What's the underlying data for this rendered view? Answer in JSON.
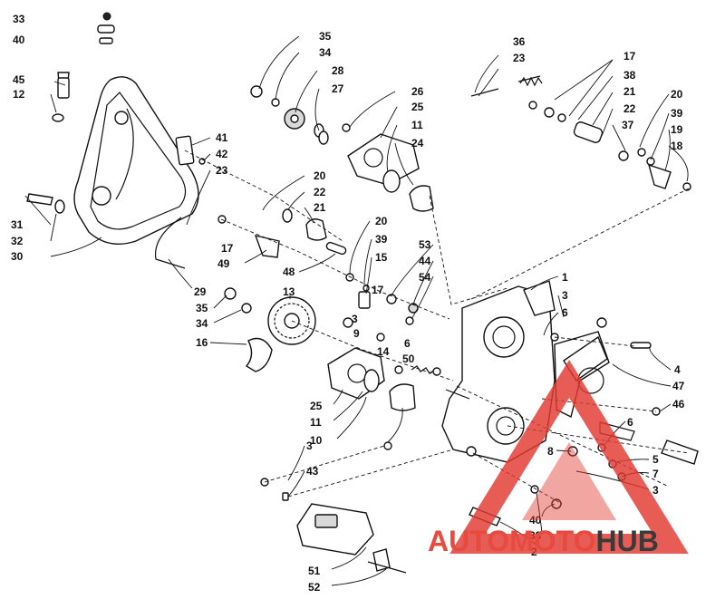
{
  "diagram": {
    "callouts": [
      {
        "text": "33"
      },
      {
        "text": "40"
      },
      {
        "text": "45"
      },
      {
        "text": "12"
      },
      {
        "text": "31"
      },
      {
        "text": "32"
      },
      {
        "text": "30"
      },
      {
        "text": "35"
      },
      {
        "text": "34"
      },
      {
        "text": "28"
      },
      {
        "text": "27"
      },
      {
        "text": "26"
      },
      {
        "text": "25"
      },
      {
        "text": "11"
      },
      {
        "text": "24"
      },
      {
        "text": "41"
      },
      {
        "text": "42"
      },
      {
        "text": "23"
      },
      {
        "text": "20"
      },
      {
        "text": "22"
      },
      {
        "text": "21"
      },
      {
        "text": "17"
      },
      {
        "text": "49"
      },
      {
        "text": "48"
      },
      {
        "text": "29"
      },
      {
        "text": "20"
      },
      {
        "text": "39"
      },
      {
        "text": "15"
      },
      {
        "text": "17"
      },
      {
        "text": "53"
      },
      {
        "text": "44"
      },
      {
        "text": "54"
      },
      {
        "text": "35"
      },
      {
        "text": "34"
      },
      {
        "text": "16"
      },
      {
        "text": "13"
      },
      {
        "text": "3"
      },
      {
        "text": "9"
      },
      {
        "text": "14"
      },
      {
        "text": "6"
      },
      {
        "text": "50"
      },
      {
        "text": "25"
      },
      {
        "text": "11"
      },
      {
        "text": "10"
      },
      {
        "text": "36"
      },
      {
        "text": "23"
      },
      {
        "text": "17"
      },
      {
        "text": "38"
      },
      {
        "text": "21"
      },
      {
        "text": "22"
      },
      {
        "text": "37"
      },
      {
        "text": "20"
      },
      {
        "text": "39"
      },
      {
        "text": "19"
      },
      {
        "text": "18"
      },
      {
        "text": "1"
      },
      {
        "text": "3"
      },
      {
        "text": "6"
      },
      {
        "text": "4"
      },
      {
        "text": "47"
      },
      {
        "text": "46"
      },
      {
        "text": "6"
      },
      {
        "text": "8"
      },
      {
        "text": "5"
      },
      {
        "text": "7"
      },
      {
        "text": "3"
      },
      {
        "text": "3"
      },
      {
        "text": "43"
      },
      {
        "text": "40"
      },
      {
        "text": "33"
      },
      {
        "text": "2"
      },
      {
        "text": "51"
      },
      {
        "text": "52"
      }
    ]
  },
  "watermark": {
    "part1": "AUTO",
    "part2": "MOTO",
    "part3": "HUB",
    "color_main": "#e84a3f",
    "color_hub": "#3a3a3a",
    "triangle_color": "#e23a32"
  }
}
